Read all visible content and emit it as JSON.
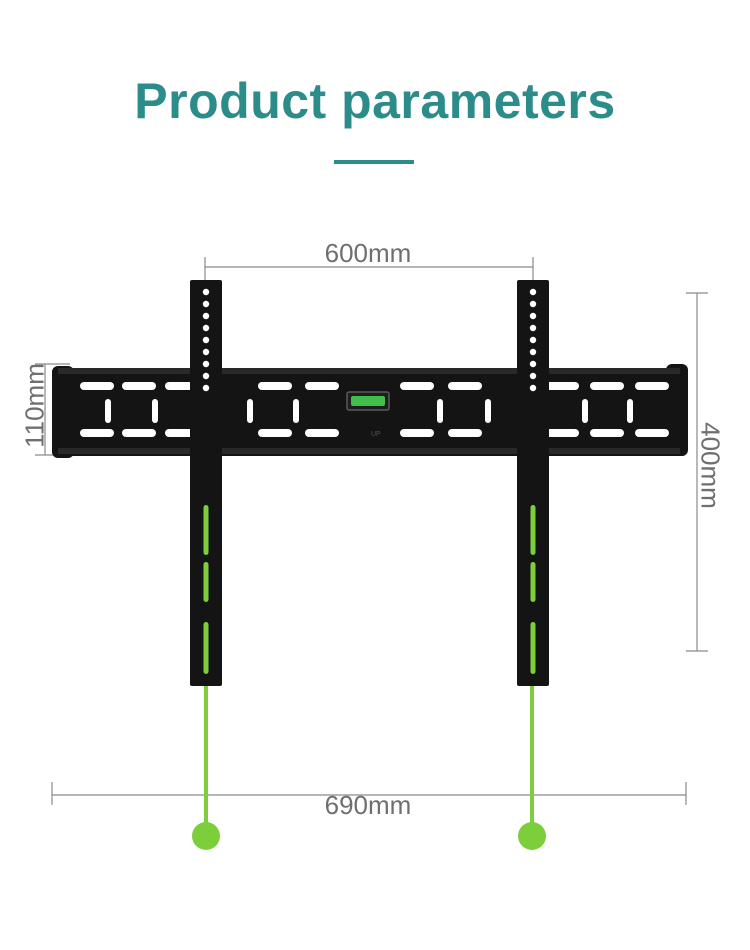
{
  "title": "Product parameters",
  "colors": {
    "title": "#2b8c8a",
    "accent_rule": "#2b8c8a",
    "dimension_line": "#8a8a8a",
    "dimension_text": "#6f6f6f",
    "bracket": "#141414",
    "level_bubble": "#3fbf4a",
    "pull_cord": "#7ccf3a"
  },
  "dimensions": {
    "top_width": "600mm",
    "overall_width": "690mm",
    "bar_height": "110mm",
    "arm_height": "400mm"
  },
  "product": {
    "name_icon": "tv-wall-mount-bracket-icon",
    "level_icon": "bubble-level-icon",
    "up_marker": "UP"
  }
}
